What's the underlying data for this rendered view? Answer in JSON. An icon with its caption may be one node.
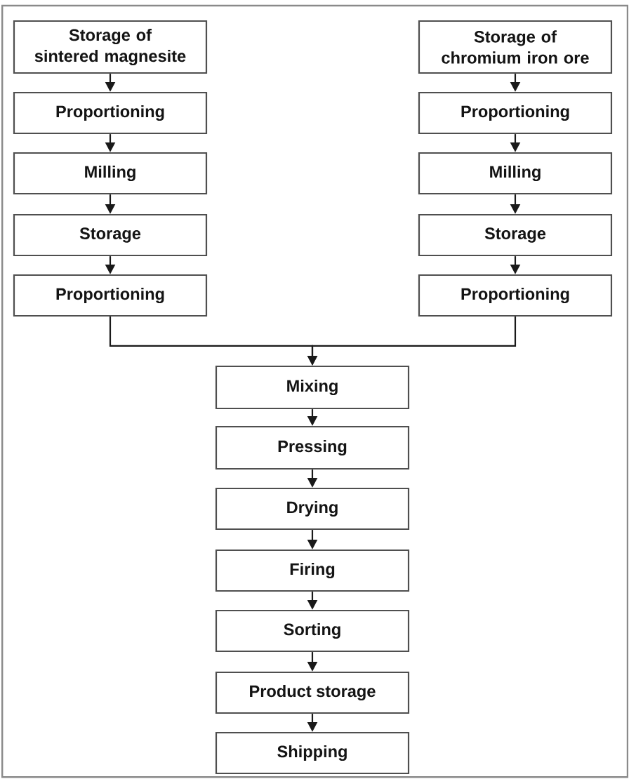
{
  "diagram": {
    "nodes": [
      {
        "text": [
          "Storage of sintered magnesite"
        ]
      },
      {
        "text": [
          "Proportioning"
        ]
      },
      {
        "text": [
          "Milling"
        ]
      },
      {
        "text": [
          "Storage"
        ]
      },
      {
        "text": [
          "Proportioning"
        ]
      },
      {
        "text": [
          "Storage of chromium iron ore"
        ]
      },
      {
        "text": [
          "Proportioning"
        ]
      },
      {
        "text": [
          "Milling"
        ]
      },
      {
        "text": [
          "Storage"
        ]
      },
      {
        "text": [
          "Proportioning"
        ]
      },
      {
        "text": [
          "Mixing"
        ]
      },
      {
        "text": [
          "Pressing"
        ]
      },
      {
        "text": [
          "Drying"
        ]
      },
      {
        "text": [
          "Firing"
        ]
      },
      {
        "text": [
          "Sorting"
        ]
      },
      {
        "text": [
          "Product storage"
        ]
      },
      {
        "text": [
          "Shipping"
        ]
      }
    ],
    "edges": [
      {
        "from": 0,
        "to": 1,
        "arrow": "to"
      },
      {
        "from": 1,
        "to": 2,
        "arrow": "to"
      },
      {
        "from": 2,
        "to": 3,
        "arrow": "to"
      },
      {
        "from": 3,
        "to": 4,
        "arrow": "to"
      },
      {
        "from": 5,
        "to": 6,
        "arrow": "to"
      },
      {
        "from": 6,
        "to": 7,
        "arrow": "to"
      },
      {
        "from": 7,
        "to": 8,
        "arrow": "to"
      },
      {
        "from": 8,
        "to": 9,
        "arrow": "to"
      },
      {
        "from": 4,
        "to": 10,
        "arrow": "to"
      },
      {
        "from": 9,
        "to": 10,
        "arrow": "to"
      },
      {
        "from": 10,
        "to": 11,
        "arrow": "to"
      },
      {
        "from": 11,
        "to": 12,
        "arrow": "to"
      },
      {
        "from": 12,
        "to": 13,
        "arrow": "to"
      },
      {
        "from": 13,
        "to": 14,
        "arrow": "to"
      },
      {
        "from": 14,
        "to": 15,
        "arrow": "to"
      },
      {
        "from": 15,
        "to": 16,
        "arrow": "to"
      }
    ]
  }
}
